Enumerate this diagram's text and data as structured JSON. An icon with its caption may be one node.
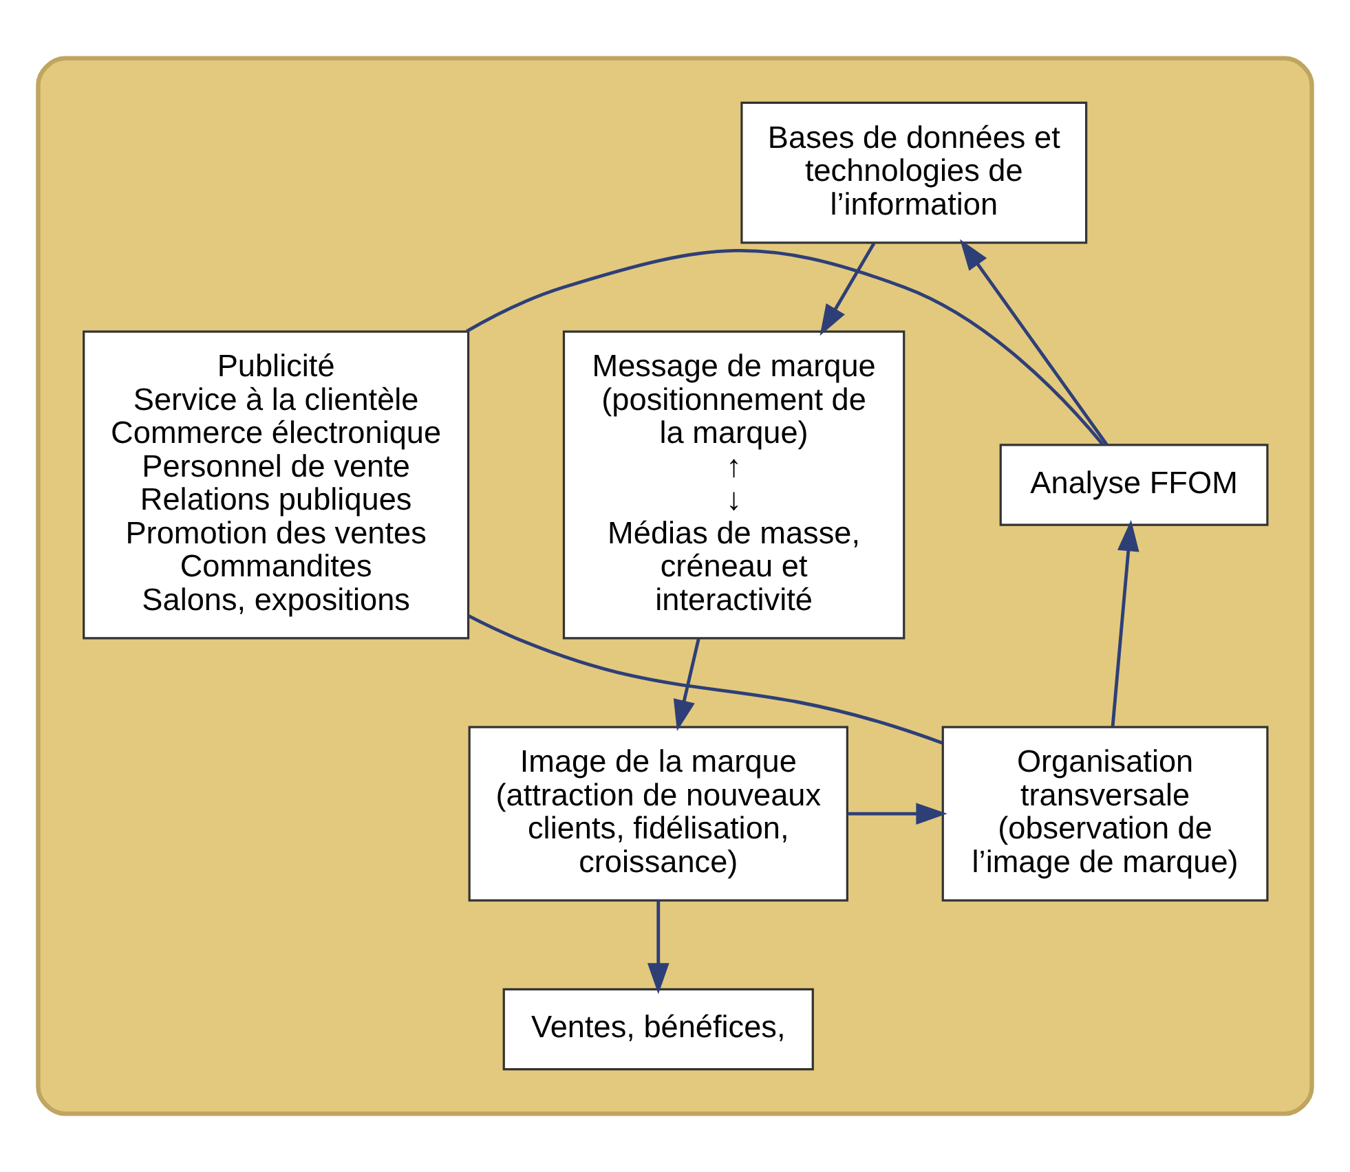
{
  "diagram": {
    "nodes": [
      {
        "text": [],
        "shape": "box"
      },
      {
        "text": [
          "Bases de données et technologies de l’information"
        ],
        "in": 0
      },
      {
        "text": [
          "Analyse FFOM"
        ],
        "in": 0
      },
      {
        "text": [
          "Publicité",
          "Service à la clientèle",
          "Commerce électronique",
          "Personnel de vente",
          "Relations publiques",
          "Promotion des ventes",
          "Commandites",
          "Salons, expositions"
        ],
        "in": 0
      },
      {
        "text": [
          "Message de marque (positionnement de la marque)",
          "↑",
          "↓",
          "Médias de masse, créneau et interactivité"
        ],
        "in": 0
      },
      {
        "text": [
          "Organisation transversale (observation de l’image de marque)"
        ],
        "in": 0
      },
      {
        "text": [
          "Image de la marque (attraction de nouveaux clients, fidélisation, croissance)"
        ],
        "in": 0
      },
      {
        "text": [
          "Ventes, bénéfices,"
        ],
        "in": 0
      }
    ],
    "edges": [
      {
        "from": 2,
        "to": 1,
        "arrow": "to"
      },
      {
        "from": 1,
        "to": 4,
        "arrow": "to"
      },
      {
        "from": 4,
        "to": 6,
        "arrow": "to"
      },
      {
        "from": 6,
        "to": 5,
        "arrow": "to"
      },
      {
        "from": 5,
        "to": 2,
        "arrow": "to"
      },
      {
        "from": 6,
        "to": 7,
        "arrow": "to"
      },
      {
        "from": 2,
        "to": 3,
        "arrow": "none"
      },
      {
        "from": 5,
        "to": 3,
        "arrow": "none"
      }
    ]
  }
}
